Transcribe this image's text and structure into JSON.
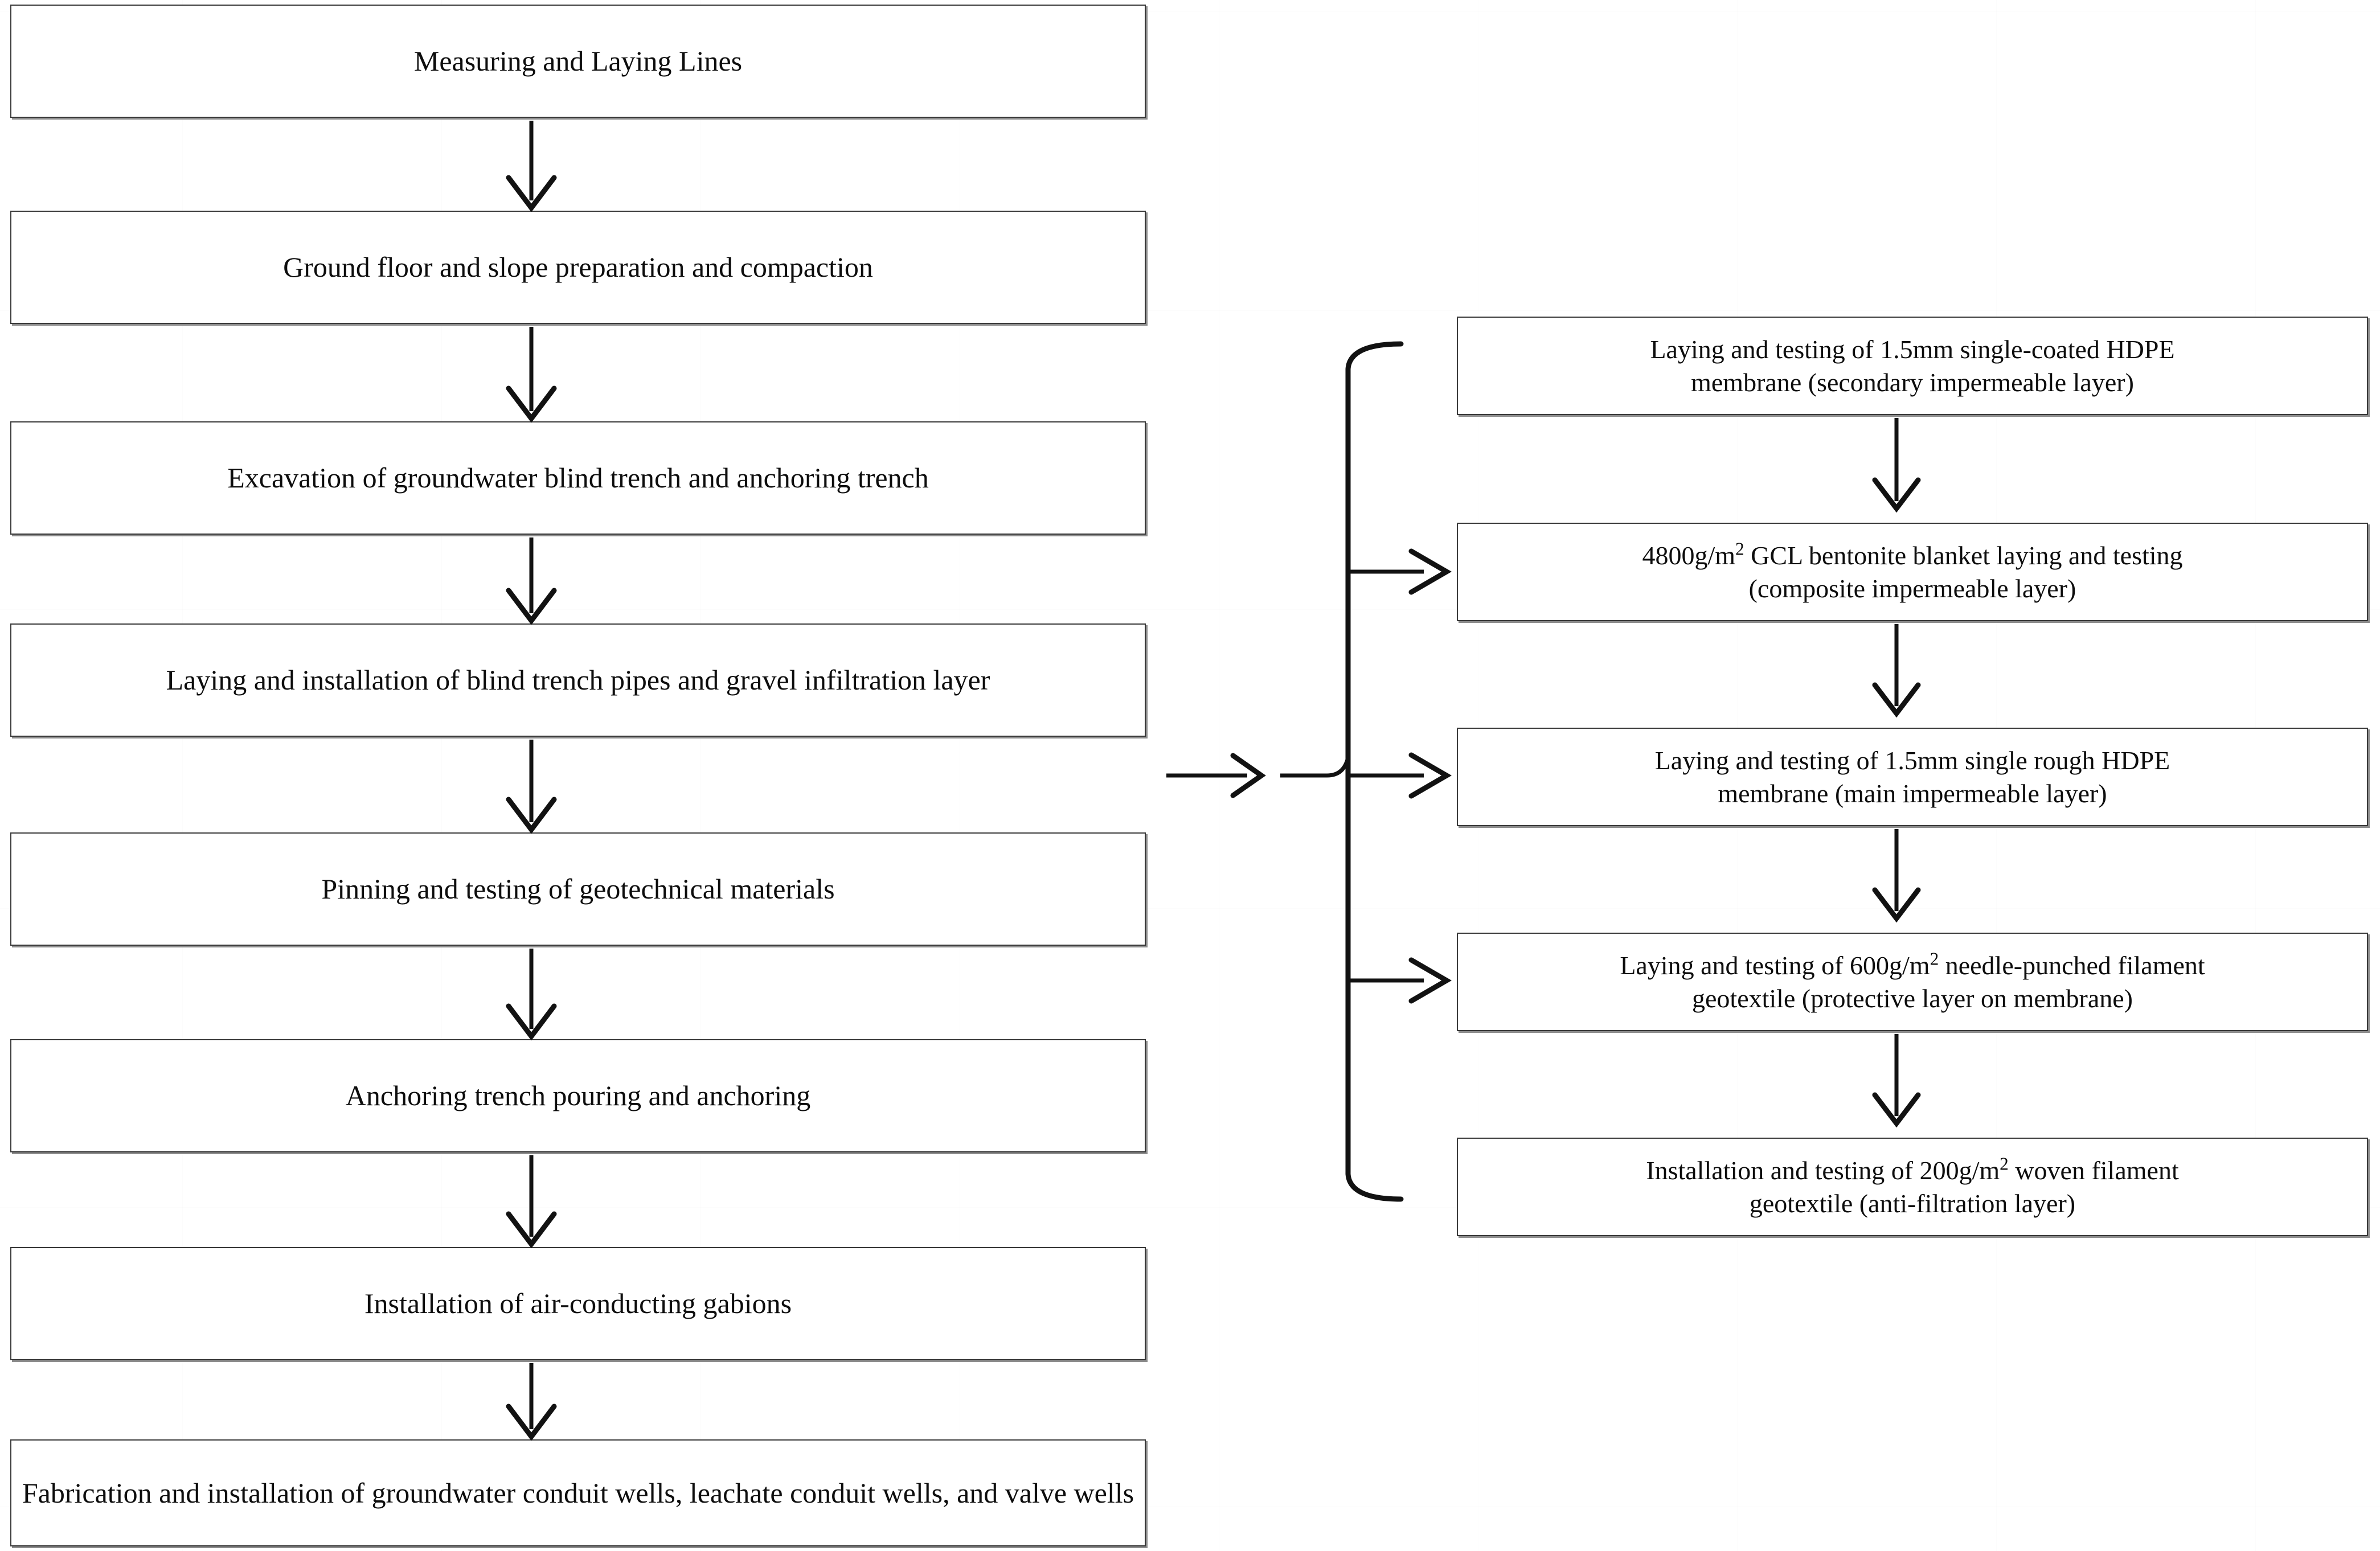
{
  "diagram": {
    "title": "Landfill impermeable liner construction process flowchart",
    "background_color": "#ffffff",
    "box_border_color": "#3a3a3a",
    "box_shadow_color": "#8d8d8d",
    "arrow_color": "#121212"
  },
  "left_column": {
    "name": "main-construction-sequence",
    "steps": [
      {
        "id": "measuring-and-laying-lines",
        "label": "Measuring and Laying Lines"
      },
      {
        "id": "ground-floor-slope-preparation",
        "label": "Ground floor and slope preparation and compaction"
      },
      {
        "id": "excavation-of-trenches",
        "label": "Excavation of groundwater blind trench and anchoring trench"
      },
      {
        "id": "blind-trench-pipes-gravel",
        "label": "Laying and installation of blind trench pipes and gravel infiltration layer"
      },
      {
        "id": "pinning-testing-geotechnical",
        "label": "Pinning and testing of geotechnical materials"
      },
      {
        "id": "anchoring-trench-pouring",
        "label": "Anchoring trench pouring and anchoring"
      },
      {
        "id": "air-conducting-gabions",
        "label": "Installation of air-conducting gabions"
      },
      {
        "id": "conduit-and-valve-wells",
        "label": "Fabrication and installation of groundwater conduit wells, leachate conduit wells, and valve wells"
      }
    ]
  },
  "right_column": {
    "name": "liner-layer-sequence",
    "steps": [
      {
        "id": "secondary-hdpe-membrane",
        "line1": "Laying and testing of 1.5mm single-coated HDPE",
        "line2": "membrane (secondary impermeable layer)",
        "label": "Laying and testing of 1.5mm single-coated HDPE membrane (secondary impermeable layer)"
      },
      {
        "id": "gcl-bentonite-blanket",
        "line1_pre": "4800g/m",
        "line1_sup": "2",
        "line1_post": " GCL bentonite blanket laying and testing",
        "line2": "(composite impermeable layer)",
        "label": "4800g/m2 GCL bentonite blanket laying and testing (composite impermeable layer)"
      },
      {
        "id": "main-hdpe-membrane",
        "line1": "Laying and testing of 1.5mm single rough HDPE",
        "line2": "membrane (main impermeable layer)",
        "label": "Laying and testing of 1.5mm single rough HDPE membrane (main impermeable layer)"
      },
      {
        "id": "needle-punched-geotextile",
        "line1_pre": "Laying and testing of 600g/m",
        "line1_sup": "2",
        "line1_post": " needle-punched filament",
        "line2": "geotextile (protective layer on membrane)",
        "label": "Laying and testing of 600g/m2 needle-punched filament geotextile (protective layer on membrane)"
      },
      {
        "id": "woven-filament-geotextile",
        "line1_pre": "Installation and testing of 200g/m",
        "line1_sup": "2",
        "line1_post": " woven filament",
        "line2": "geotextile (anti-filtration layer)",
        "label": "Installation and testing of 200g/m2 woven filament geotextile (anti-filtration layer)"
      }
    ]
  },
  "connectors": {
    "left_chain_arrow_count": 7,
    "right_chain_arrow_count": 4,
    "branch_arrow_count": 3,
    "feed_arrow_count": 2,
    "brace_present": true
  }
}
